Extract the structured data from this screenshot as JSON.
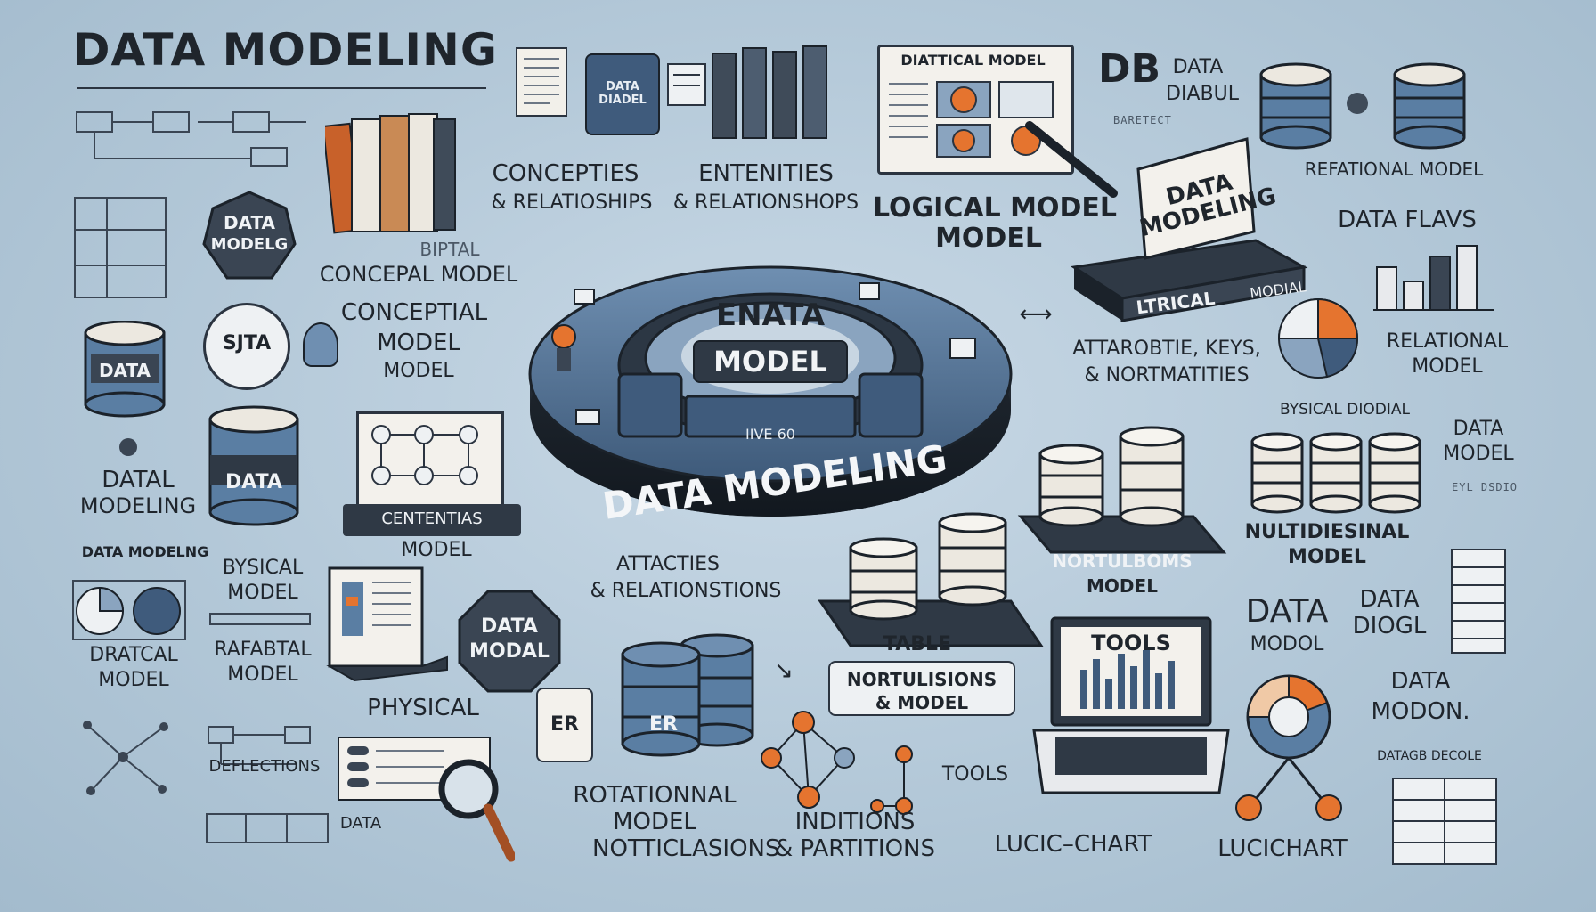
{
  "title": "DATA MODELING",
  "center": {
    "inner_label_top": "ENATA",
    "inner_label_bottom": "MODEL",
    "ring_label": "DATA MODELING",
    "tag": "IIVE 60"
  },
  "labels": {
    "concepties": "CONCEPTIES",
    "rel_1": "& RELATIOSHIPS",
    "entenities": "ENTENITIES",
    "rel_2": "& RELATIONSHOPS",
    "logical_model_1": "LOGICAL MODEL",
    "logical_model_2": "MODEL",
    "diattical_model": "DIATTICAL MODEL",
    "data_model_book": "DATA DIADEL",
    "db": "DB",
    "db_data": "DATA",
    "db_diadl": "DIABUL",
    "relational_model_top": "REFATIONAL MODEL",
    "data_flavs": "DATA FLAVS",
    "data_modeling_board": "DATA MODELING",
    "ltrical": "LTRICAL",
    "modal": "MODIAL",
    "attrs_keys": "ATTAROBTIE, KEYS,",
    "normalities": "& NORTMATITIES",
    "relational_model_right_1": "RELATIONAL",
    "relational_model_right_2": "MODEL",
    "bysical_diodial": "BYSICAL DIODIAL",
    "data_model_right_1": "DATA",
    "data_model_right_2": "MODEL",
    "multidiesinal_1": "NULTIDIESINAL",
    "multidiesinal_2": "MODEL",
    "data_right": "DATA",
    "model_right": "MODOL",
    "data_diogl_1": "DATA",
    "data_diogl_2": "DIOGL",
    "data_modon_1": "DATA",
    "data_modon_2": "MODON.",
    "datagb_decole": "DATAGB DECOLE",
    "lucidchart": "LUCICHART",
    "lucic_chart": "LUCIC–CHART",
    "tools_laptop": "TOOLS",
    "tools": "TOOLS",
    "inditions_1": "INDITIONS",
    "inditions_2": "& PARTITIONS",
    "rotational_1": "ROTATIONNAL",
    "rotational_2": "MODEL",
    "rotational_3": "NOTTICLASIONS",
    "er": "ER",
    "er_box": "ER",
    "physical": "PHYSICAL",
    "deflections": "DEFLECTIONS",
    "data_small": "DATA",
    "data_modal_octagon_1": "DATA",
    "data_modal_octagon_2": "MODAL",
    "attacties_1": "ATTACTIES",
    "attacties_2": "& RELATIONSTIONS",
    "table": "TABLE",
    "nortulisions_1": "NORTULISIONS",
    "nortulisions_2": "& MODEL",
    "nortulboms_1": "NORTULBOMS",
    "nortulboms_2": "MODEL",
    "centerntias_1": "CENTENTIAS",
    "centerntias_2": "MODEL",
    "bysical_1": "BYSICAL",
    "bysical_2": "MODEL",
    "rafabtal_1": "RAFABTAL",
    "rafabtal_2": "MODEL",
    "datalcal_1": "DRATCAL",
    "datalcal_2": "MODEL",
    "data_modelng": "DATA MODELNG",
    "datal_modeling_1": "DATAL",
    "datal_modeling_2": "MODELING",
    "data_cyl_1": "DATA",
    "data_cyl_2": "DATA",
    "sjta": "SJTA",
    "data_modelg_circle_1": "DATA",
    "data_modelg_circle_2": "MODELG",
    "concepal_model": "CONCEPAL MODEL",
    "biptal": "BIPTAL",
    "conceptial_1": "CONCEPTIAL",
    "conceptial_2": "MODEL",
    "conceptial_3": "MODEL",
    "data_book_spine": "DATA",
    "model_book_spine": "DIADEL"
  },
  "colors": {
    "bg": "#b3c8d8",
    "dark_slate": "#2f3945",
    "steel_blue": "#5a7ea3",
    "cream": "#ece8e0",
    "orange": "#e5742f"
  }
}
